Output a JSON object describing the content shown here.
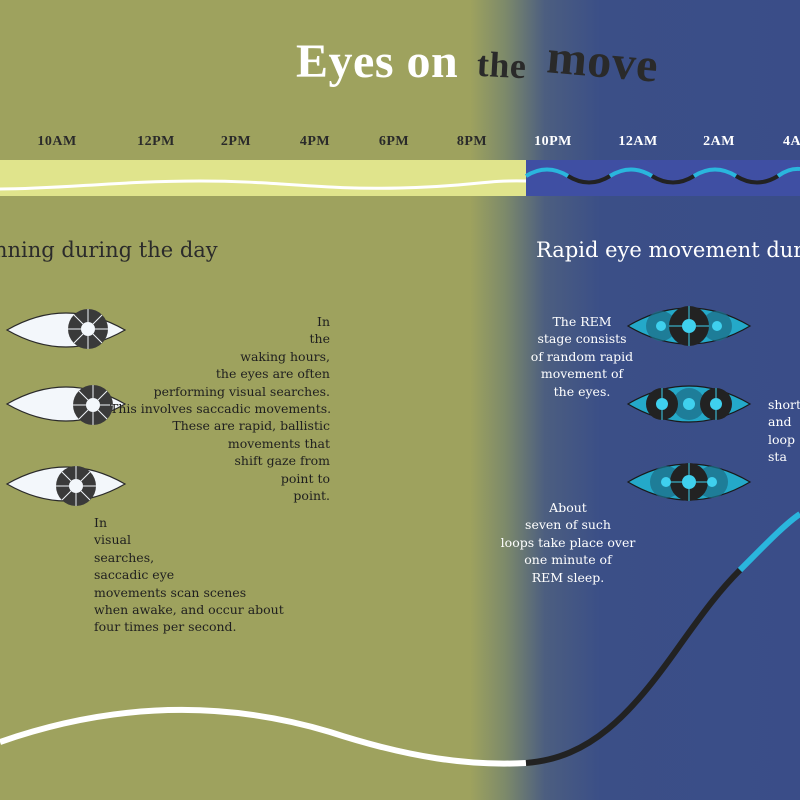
{
  "title": {
    "word1": "Eyes on",
    "word2": "the",
    "word3": "move"
  },
  "timeline": {
    "labels": [
      "10AM",
      "12PM",
      "2PM",
      "4PM",
      "6PM",
      "8PM",
      "10PM",
      "12AM",
      "2AM",
      "4A"
    ]
  },
  "colors": {
    "day_background": "#9ea25e",
    "night_background": "#3a4d88",
    "day_band": "#e0e48c",
    "night_band": "#3f4fa3",
    "accent_cyan": "#2ab6dd",
    "dark_line": "#222222",
    "white_line": "#ffffff"
  },
  "sections": {
    "day": {
      "heading": "nning during the day",
      "text1": [
        "In",
        "the",
        "waking hours,",
        "the eyes are often",
        "performing visual searches.",
        "This involves saccadic movements.",
        "These are rapid, ballistic",
        "movements that",
        "shift gaze from",
        "point to",
        "point."
      ],
      "text2": [
        "In",
        "visual",
        "searches,",
        "saccadic eye",
        "movements scan scenes",
        "when awake, and occur about",
        "four times per second."
      ],
      "icon": "eye-saccade-icon"
    },
    "night": {
      "heading": "Rapid eye movement during",
      "text1": [
        "The REM",
        "stage consists",
        "of random rapid",
        "movement of",
        "the eyes."
      ],
      "text2": [
        "About",
        "seven of such",
        "loops take place over",
        "one minute of",
        "REM sleep."
      ],
      "text3": [
        "short",
        "and",
        "loop",
        "sta"
      ],
      "icon": "eye-rem-icon"
    }
  }
}
